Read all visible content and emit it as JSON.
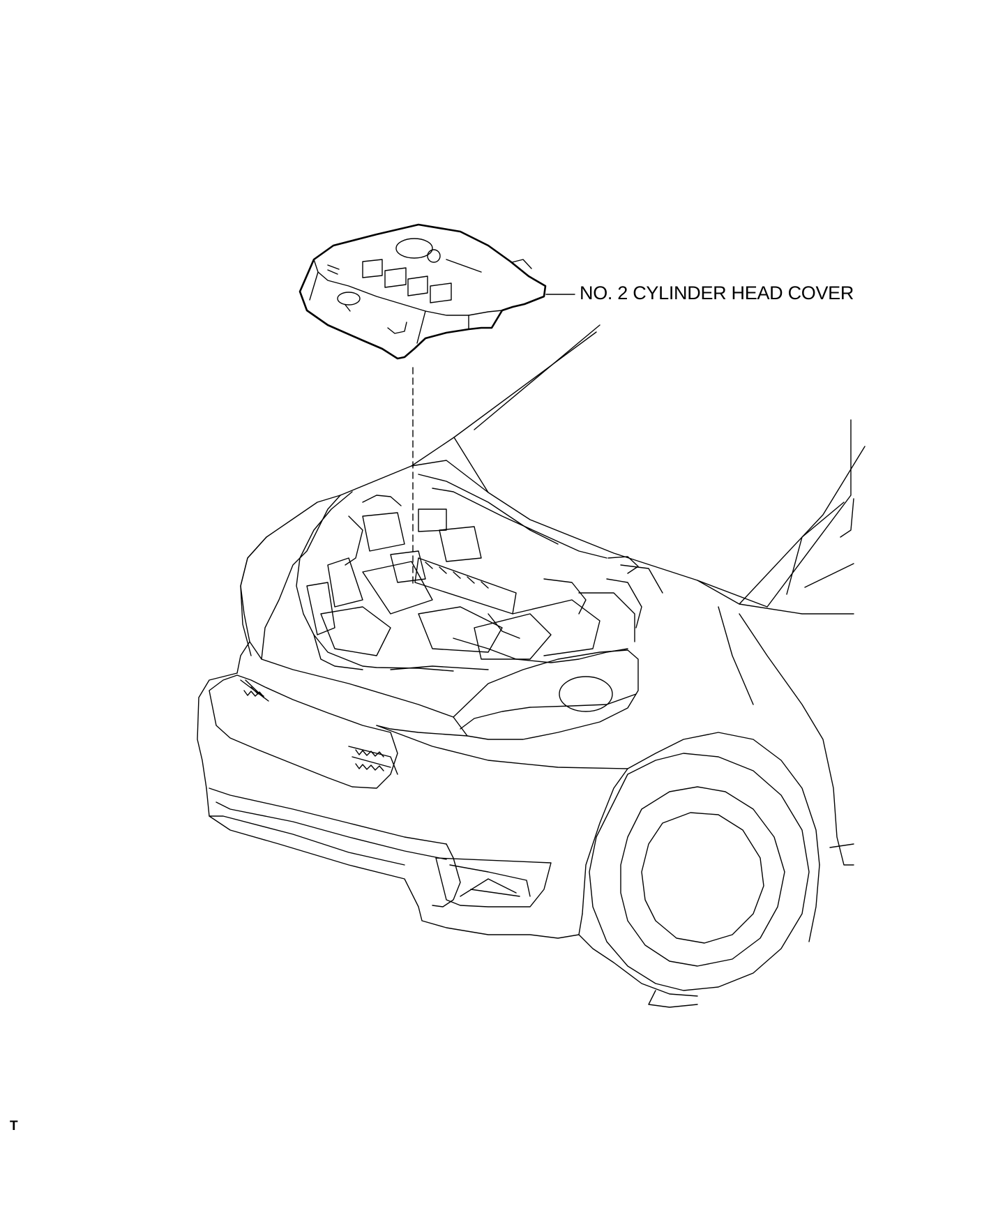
{
  "callouts": {
    "cylinder_head_cover": "NO. 2 CYLINDER HEAD COVER"
  },
  "footer": {
    "corner_mark": "T"
  },
  "illustration": {
    "subject": "vehicle-front-with-open-hood",
    "part_icon": "engine-cover-icon"
  }
}
